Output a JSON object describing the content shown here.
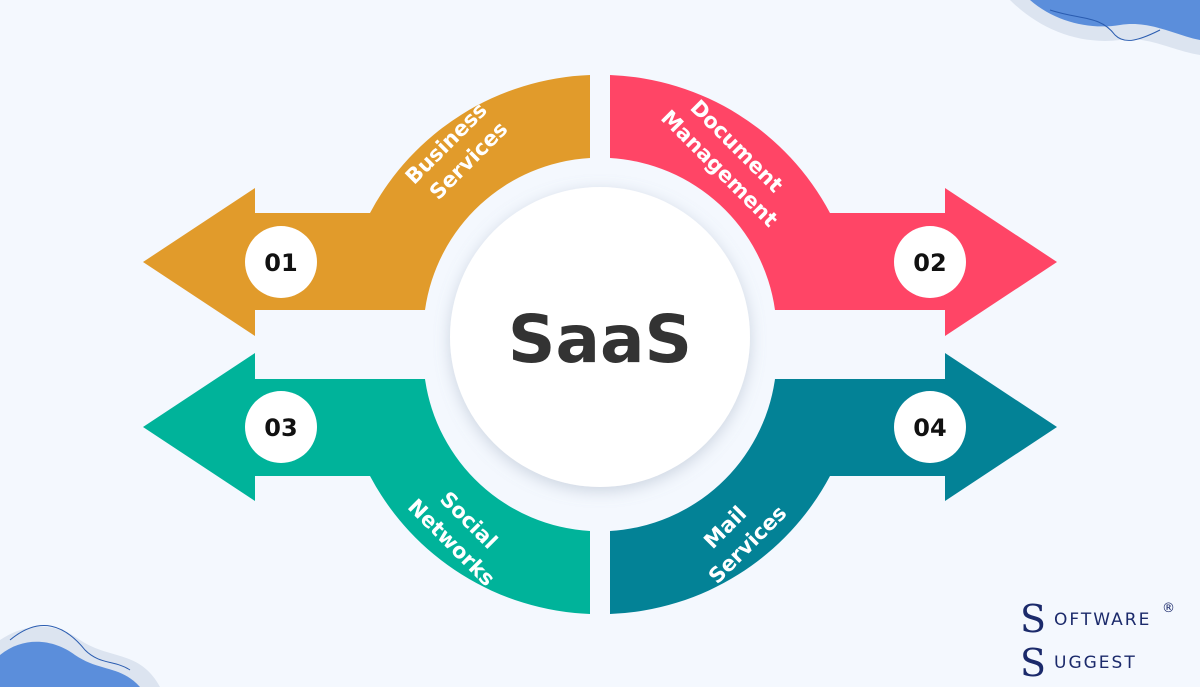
{
  "center": {
    "title": "SaaS"
  },
  "items": [
    {
      "number": "01",
      "line1": "Business",
      "line2": "Services",
      "color": "#E19B2B"
    },
    {
      "number": "02",
      "line1": "Document",
      "line2": "Management",
      "color": "#FF4566"
    },
    {
      "number": "03",
      "line1": "Social",
      "line2": "Networks",
      "color": "#00B39A"
    },
    {
      "number": "04",
      "line1": "Mail",
      "line2": "Services",
      "color": "#038296"
    }
  ],
  "logo": {
    "line1_initial": "S",
    "line1_rest": "OFTWARE",
    "registered": "®",
    "line2_initial": "S",
    "line2_rest": "UGGEST"
  }
}
